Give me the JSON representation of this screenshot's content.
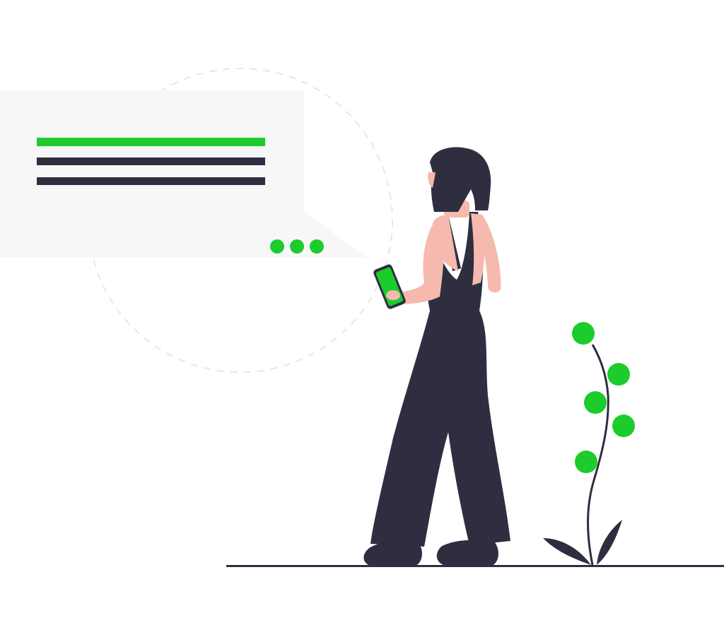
{
  "illustration": {
    "subject": "person",
    "accessories": [
      "smartphone-icon",
      "plant-icon",
      "chat-bubble-icon"
    ]
  },
  "colors": {
    "background": "#ffffff",
    "accent": "#1ccc2c",
    "dark": "#2f2e41",
    "skin": "#f6b9ad",
    "panel": "#f7f7f7",
    "dashed_circle": "#e6e6e6"
  },
  "chat_bubble": {
    "lines": [
      "accent",
      "dark",
      "dark"
    ],
    "typing_dots": 3
  },
  "plant": {
    "leaves": 5
  }
}
